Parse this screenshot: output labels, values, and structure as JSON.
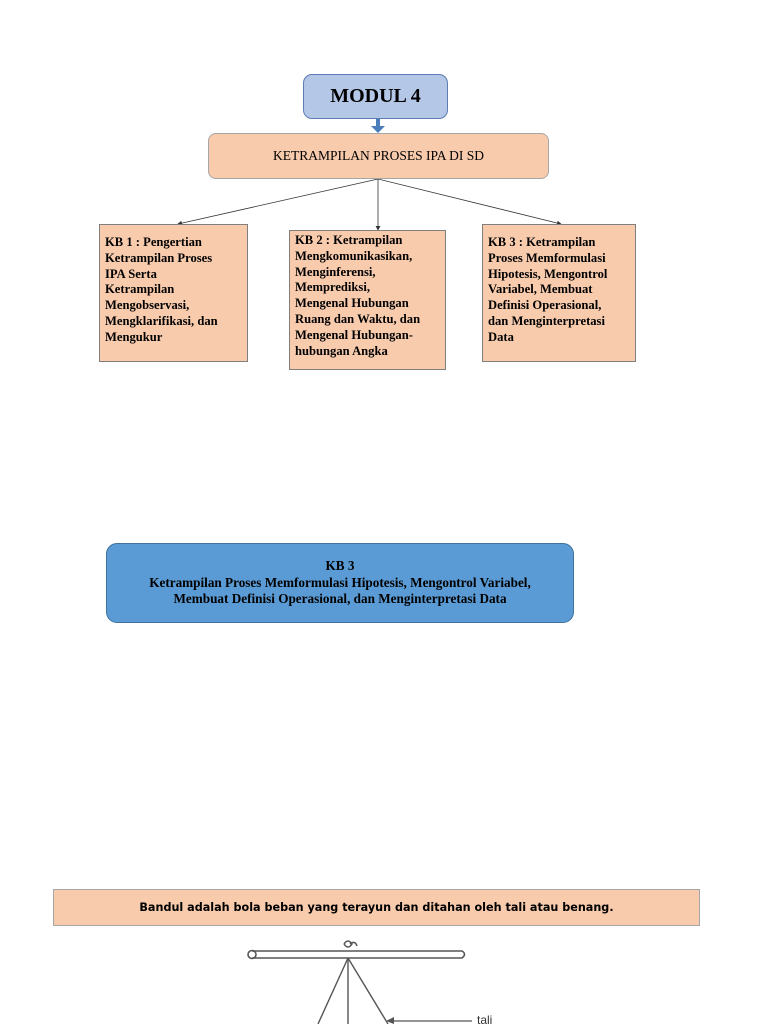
{
  "modul": {
    "title": "MODUL 4"
  },
  "topic": {
    "title": "KETRAMPILAN PROSES IPA DI SD"
  },
  "kb_boxes": [
    {
      "lines": [
        "KB 1 : Pengertian",
        "Ketrampilan Proses",
        "IPA Serta",
        "Ketrampilan",
        "Mengobservasi,",
        "Mengklarifikasi, dan",
        "Mengukur"
      ]
    },
    {
      "lines": [
        "KB 2 : Ketrampilan",
        "Mengkomunikasikan,",
        "Menginferensi,",
        "Memprediksi,",
        "Mengenal Hubungan",
        "Ruang dan Waktu, dan",
        "Mengenal Hubungan-",
        "hubungan Angka"
      ]
    },
    {
      "lines": [
        "KB 3 : Ketrampilan",
        "Proses Memformulasi",
        "Hipotesis, Mengontrol",
        "Variabel, Membuat",
        "Definisi Operasional,",
        "dan Menginterpretasi",
        "Data"
      ]
    }
  ],
  "kb3_banner": {
    "heading": "KB 3",
    "line1": "Ketrampilan Proses Memformulasi Hipotesis, Mengontrol Variabel,",
    "line2": "Membuat Definisi Operasional, dan Menginterpretasi Data"
  },
  "bandul": {
    "definition": "Bandul adalah bola beban yang terayun dan ditahan oleh tali atau benang.",
    "label_tali": "tali"
  },
  "colors": {
    "modul_fill": "#b4c7e7",
    "peach_fill": "#f8cbad",
    "banner_fill": "#5b9bd5",
    "connector": "#4a7ebb"
  }
}
